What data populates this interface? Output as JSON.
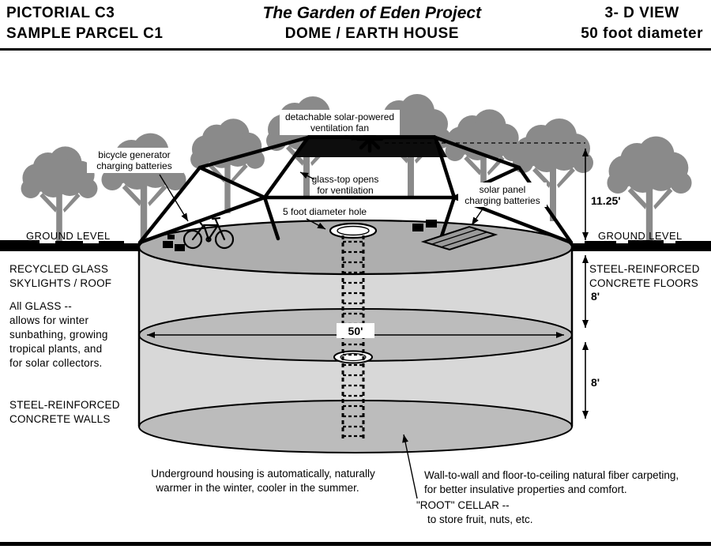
{
  "header": {
    "pictorial": "PICTORIAL  C3",
    "parcel": "SAMPLE PARCEL  C1",
    "title": "The Garden of Eden Project",
    "subtitle": "DOME / EARTH HOUSE",
    "view": "3- D  VIEW",
    "diameter": "50  foot  diameter"
  },
  "annotations": {
    "fan_line1": "detachable solar-powered",
    "fan_line2": "ventilation fan",
    "bicycle_line1": "bicycle generator",
    "bicycle_line2": "charging batteries",
    "glass_top_line1": "glass-top opens",
    "glass_top_line2": "for ventilation",
    "solar_line1": "solar panel",
    "solar_line2": "charging batteries",
    "hole": "5 foot diameter hole",
    "ground_level_left": "GROUND LEVEL",
    "ground_level_right": "GROUND  LEVEL",
    "skylights_line1": "RECYCLED GLASS",
    "skylights_line2": "SKYLIGHTS / ROOF",
    "all_glass_line1": "All GLASS --",
    "all_glass_line2": "allows for winter",
    "all_glass_line3": "sunbathing, growing",
    "all_glass_line4": "tropical plants, and",
    "all_glass_line5": "for solar collectors.",
    "walls_line1": "STEEL-REINFORCED",
    "walls_line2": "CONCRETE WALLS",
    "floors_line1": "STEEL-REINFORCED",
    "floors_line2": "CONCRETE FLOORS"
  },
  "dimensions": {
    "dome_height": "11.25'",
    "upper_floor": "8'",
    "lower_floor": "8'",
    "diameter": "50'"
  },
  "notes": {
    "underground_line1": "Underground housing is automatically, naturally",
    "underground_line2": "warmer  in the winter, cooler in the summer.",
    "carpet_line1": "Wall-to-wall and floor-to-ceiling natural fiber carpeting,",
    "carpet_line2": "for better insulative properties and comfort.",
    "cellar_line1": "\"ROOT\" CELLAR --",
    "cellar_line2": "to store fruit, nuts, etc."
  },
  "colors": {
    "tree_gray": "#8a8a8a",
    "wall_gray": "#d8d8d8",
    "floor_top_gray": "#aeaeae",
    "floor_mid_gray": "#bcbcbc",
    "panel_gray": "#9a9a9a"
  }
}
